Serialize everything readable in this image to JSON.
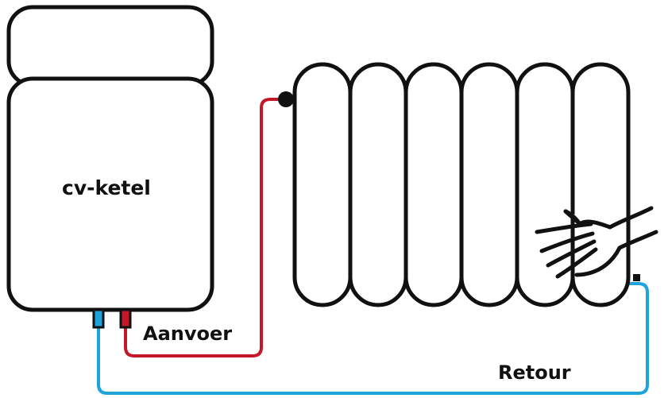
{
  "labels": {
    "boiler": "cv-ketel",
    "supply": "Aanvoer",
    "return": "Retour"
  },
  "colors": {
    "outline": "#111111",
    "supply_pipe": "#c4182a",
    "return_pipe": "#1ea3dc",
    "background": "#ffffff"
  },
  "icons": {
    "hand": "hand-icon"
  },
  "radiator": {
    "column_count": 6
  }
}
